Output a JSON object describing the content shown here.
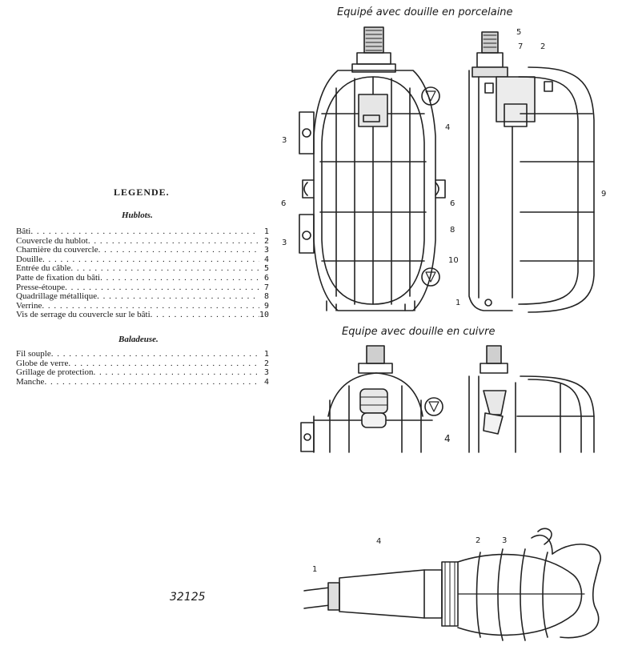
{
  "heading_porcelain": "Equipé avec douille en porcelaine",
  "heading_copper": "Equipe avec douille en cuivre",
  "legend_title": "LEGENDE.",
  "hublots": {
    "title": "Hublots.",
    "items": [
      {
        "label": "Bâti",
        "num": "1"
      },
      {
        "label": "Couvercle du hublot",
        "num": "2"
      },
      {
        "label": "Charnière du couvercle",
        "num": "3"
      },
      {
        "label": "Douille",
        "num": "4"
      },
      {
        "label": "Entrée du câble",
        "num": "5"
      },
      {
        "label": "Patte de fixation du bâti",
        "num": "6"
      },
      {
        "label": "Presse-étoupe",
        "num": "7"
      },
      {
        "label": "Quadrillage métallique",
        "num": "8"
      },
      {
        "label": "Verrine",
        "num": "9"
      },
      {
        "label": "Vis de serrage du couvercle sur le bâti",
        "num": "10"
      }
    ]
  },
  "baladeuse": {
    "title": "Baladeuse.",
    "items": [
      {
        "label": "Fil souple",
        "num": "1"
      },
      {
        "label": "Globe de verre",
        "num": "2"
      },
      {
        "label": "Grillage de protection",
        "num": "3"
      },
      {
        "label": "Manche",
        "num": "4"
      }
    ]
  },
  "callouts": {
    "top_left_3a": "3",
    "top_left_4": "4",
    "top_left_6a": "6",
    "top_left_6b": "6",
    "top_left_8": "8",
    "top_left_3b": "3",
    "top_left_10": "10",
    "top_left_1": "1",
    "top_right_5": "5",
    "top_right_7": "7",
    "top_right_2": "2",
    "top_right_9": "9",
    "mid_4": "4",
    "bot_1": "1",
    "bot_4": "4",
    "bot_2": "2",
    "bot_3": "3"
  },
  "reference_number": "32125"
}
